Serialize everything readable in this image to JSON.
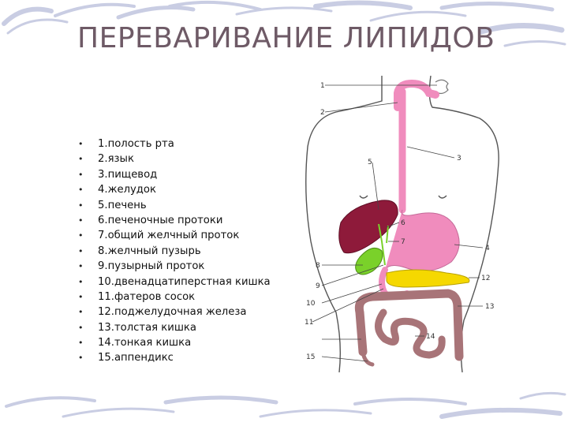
{
  "slide": {
    "title": "ПЕРЕВАРИВАНИЕ ЛИПИДОВ",
    "items": [
      "1.полость рта",
      "2.язык",
      "3.пищевод",
      "4.желудок",
      "5.печень",
      "6.печеночные протоки",
      "7.общий желчный проток",
      "8.желчный пузырь",
      "9.пузырный проток",
      "10.двенадцатиперстная кишка",
      "11.фатеров сосок",
      "12.поджелудочная железа",
      "13.толстая кишка",
      "14.тонкая кишка",
      "15.аппендикс"
    ]
  },
  "figure": {
    "labels": [
      "1",
      "2",
      "3",
      "4",
      "5",
      "6",
      "7",
      "8",
      "9",
      "10",
      "11",
      "12",
      "13",
      "14",
      "15"
    ]
  },
  "colors": {
    "title": "#6e5a66",
    "esophagus_stomach": "#f08cbd",
    "liver": "#8e1a3a",
    "gallbladder": "#7ad12a",
    "pancreas": "#f5d800",
    "intestines": "#a87478",
    "background_strokes": "#c9cde3"
  }
}
